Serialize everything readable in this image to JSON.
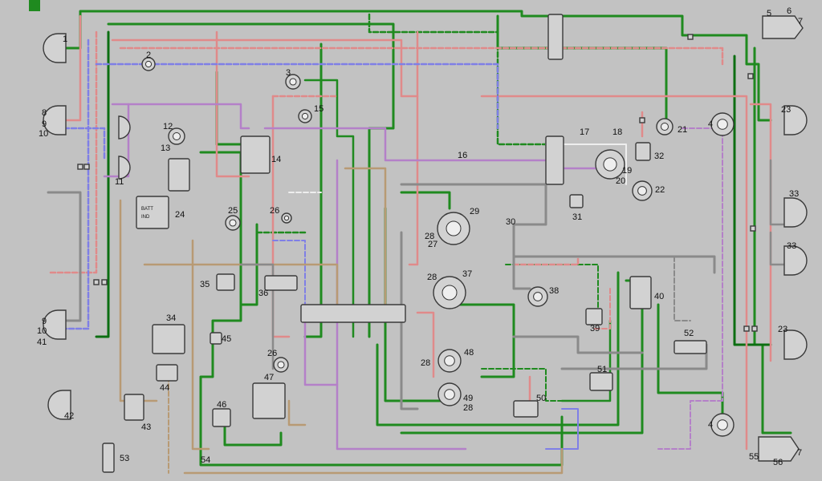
{
  "diagram": {
    "colors": {
      "green": "#1f8a1f",
      "dark_green": "#0c6e12",
      "pink": "#e08a8a",
      "blue": "#7f7fe6",
      "purple": "#b480c8",
      "brown": "#b89a74",
      "grey": "#8a8a8a",
      "white": "#eeeeee"
    },
    "component_labels": [
      "1",
      "2",
      "3",
      "4",
      "5",
      "6",
      "7",
      "8",
      "9",
      "10",
      "11",
      "12",
      "13",
      "14",
      "15",
      "16",
      "17",
      "18",
      "19",
      "20",
      "21",
      "22",
      "23",
      "24",
      "25",
      "26",
      "27",
      "28",
      "29",
      "30",
      "31",
      "32",
      "33",
      "34",
      "35",
      "36",
      "37",
      "38",
      "39",
      "40",
      "41",
      "42",
      "43",
      "44",
      "45",
      "46",
      "47",
      "48",
      "49",
      "50",
      "51",
      "52",
      "53",
      "54",
      "55",
      "56"
    ],
    "alternator_text": [
      "BATT",
      "IND"
    ]
  }
}
